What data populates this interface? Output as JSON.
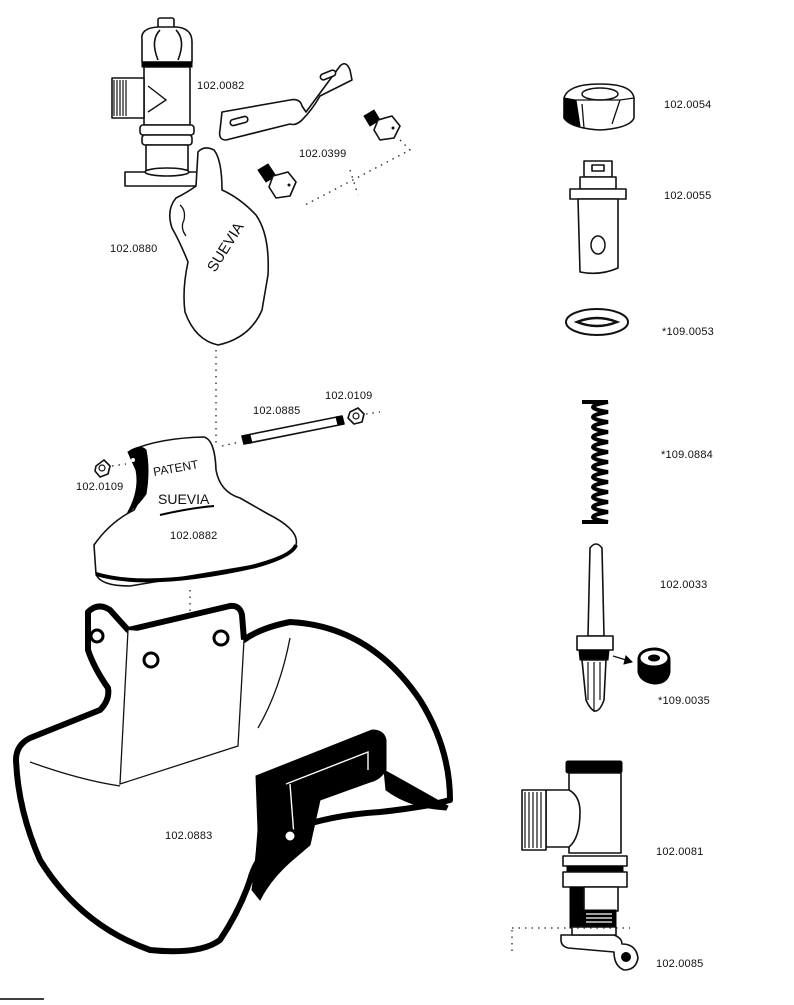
{
  "diagram": {
    "title": "Suevia drinking bowl exploded parts view",
    "brand_marks": {
      "lever_brand": "SUEVIA",
      "cover_patent": "PATENT",
      "cover_brand": "SUEVIA"
    },
    "parts": [
      {
        "id": "valve-angle",
        "number": "102.0082",
        "optional": false
      },
      {
        "id": "bracket",
        "number": "102.0399",
        "optional": false
      },
      {
        "id": "lever",
        "number": "102.0880",
        "optional": false
      },
      {
        "id": "pin",
        "number": "102.0885",
        "optional": false
      },
      {
        "id": "nut-right",
        "number": "102.0109",
        "optional": false
      },
      {
        "id": "nut-left",
        "number": "102.0109",
        "optional": false
      },
      {
        "id": "cover",
        "number": "102.0882",
        "optional": false
      },
      {
        "id": "bowl",
        "number": "102.0883",
        "optional": false
      },
      {
        "id": "hex-nut",
        "number": "102.0054",
        "optional": false
      },
      {
        "id": "valve-stem-cap",
        "number": "102.0055",
        "optional": false
      },
      {
        "id": "washer",
        "number": "*109.0053",
        "optional": true
      },
      {
        "id": "spring",
        "number": "*109.0884",
        "optional": true
      },
      {
        "id": "valve-pin",
        "number": "102.0033",
        "optional": false
      },
      {
        "id": "seal-ring",
        "number": "*109.0035",
        "optional": true
      },
      {
        "id": "valve-tee",
        "number": "102.0081",
        "optional": false
      },
      {
        "id": "clamp",
        "number": "102.0085",
        "optional": false
      }
    ]
  }
}
